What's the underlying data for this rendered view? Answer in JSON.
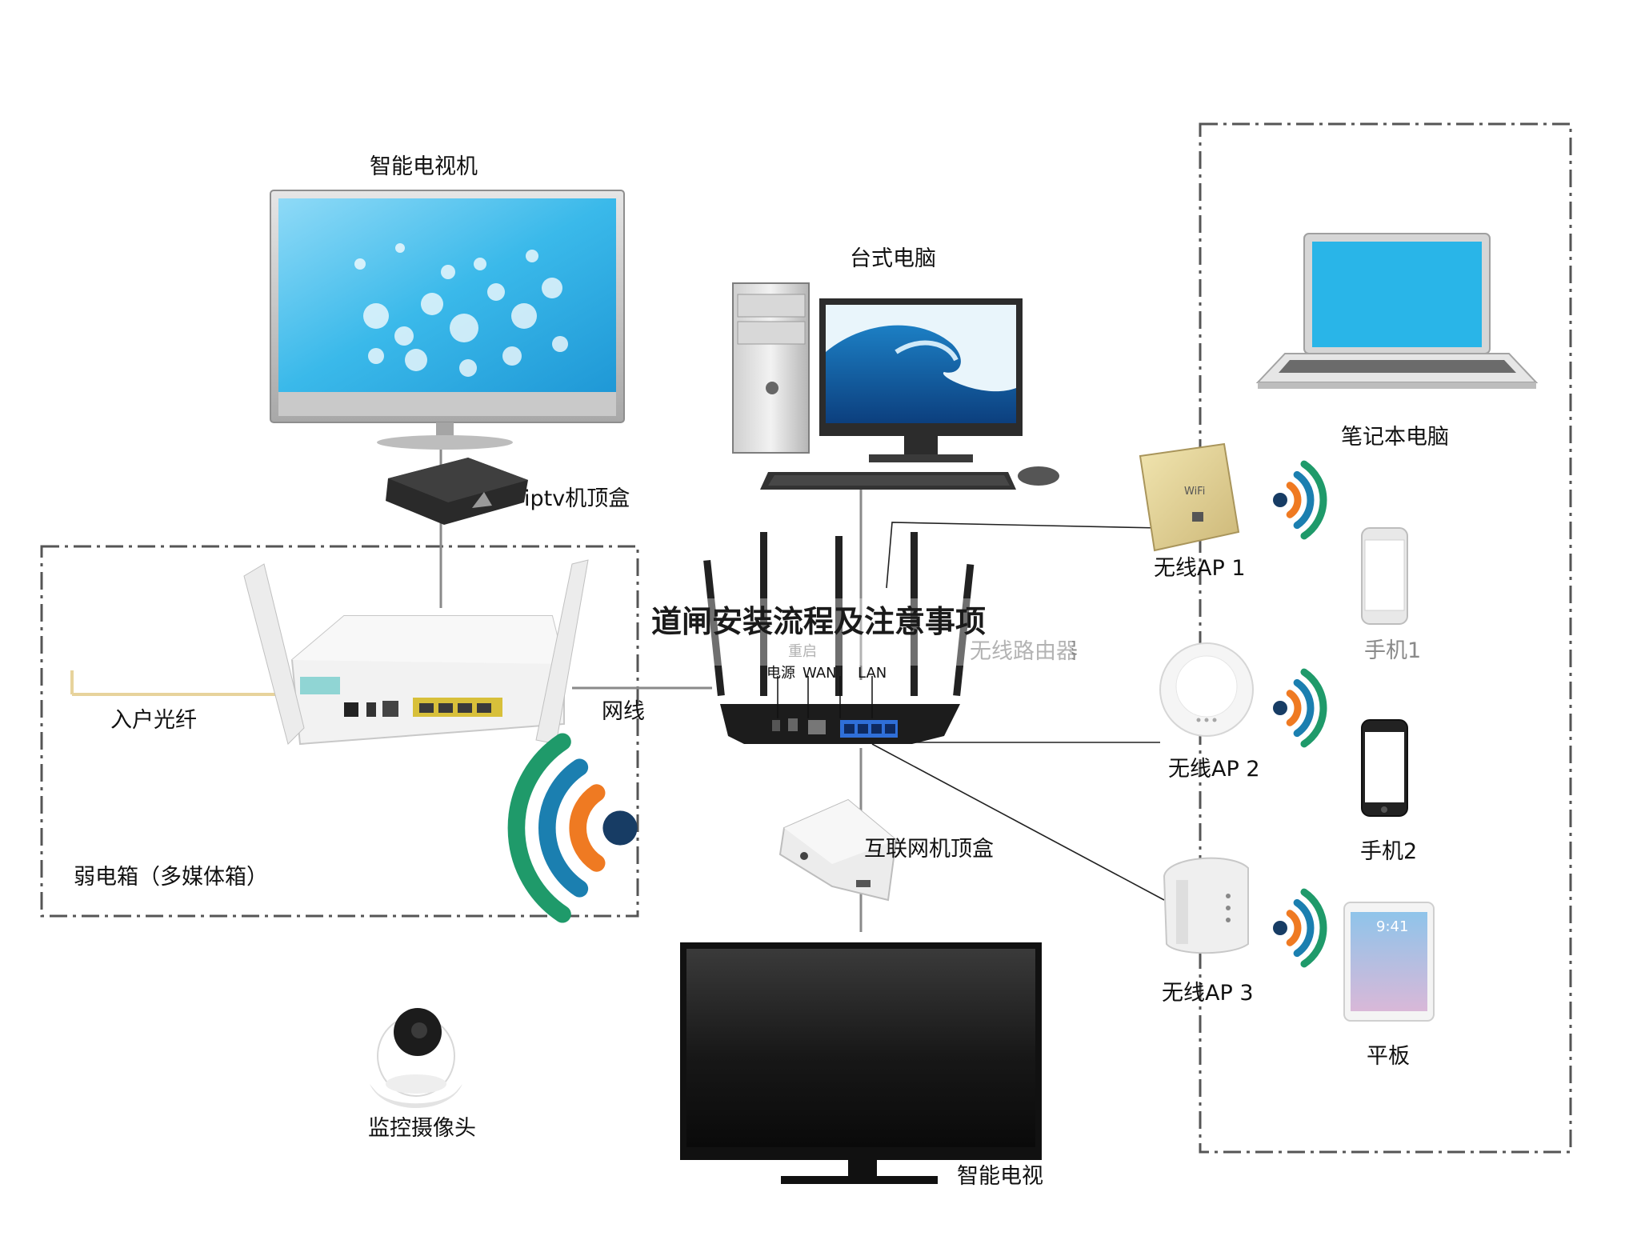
{
  "title": "道闸安装流程及注意事项",
  "labels": {
    "smart_tv_top": "智能电视机",
    "desktop": "台式电脑",
    "laptop": "笔记本电脑",
    "iptv_box": "iptv机顶盒",
    "ap1": "无线AP 1",
    "ap2": "无线AP 2",
    "ap3": "无线AP 3",
    "wireless_router": "无线路由器",
    "phone1": "手机1",
    "phone2": "手机2",
    "tablet": "平板",
    "fiber_in": "入户光纤",
    "network_cable": "网线",
    "internet_box": "互联网机顶盒",
    "media_box": "弱电箱（多媒体箱）",
    "camera": "监控摄像头",
    "smart_tv_bottom": "智能电视"
  },
  "router_ports": {
    "reset": "重启",
    "power": "电源",
    "wan": "WAN",
    "lan": "LAN"
  },
  "tablet_time": "9:41",
  "colors": {
    "wifi_green": "#1f9a6a",
    "wifi_blue": "#1b7fb0",
    "wifi_orange": "#ef7a22",
    "wifi_dot": "#173c64",
    "screen_blue": "#35b6ea",
    "dash": "#555555"
  }
}
